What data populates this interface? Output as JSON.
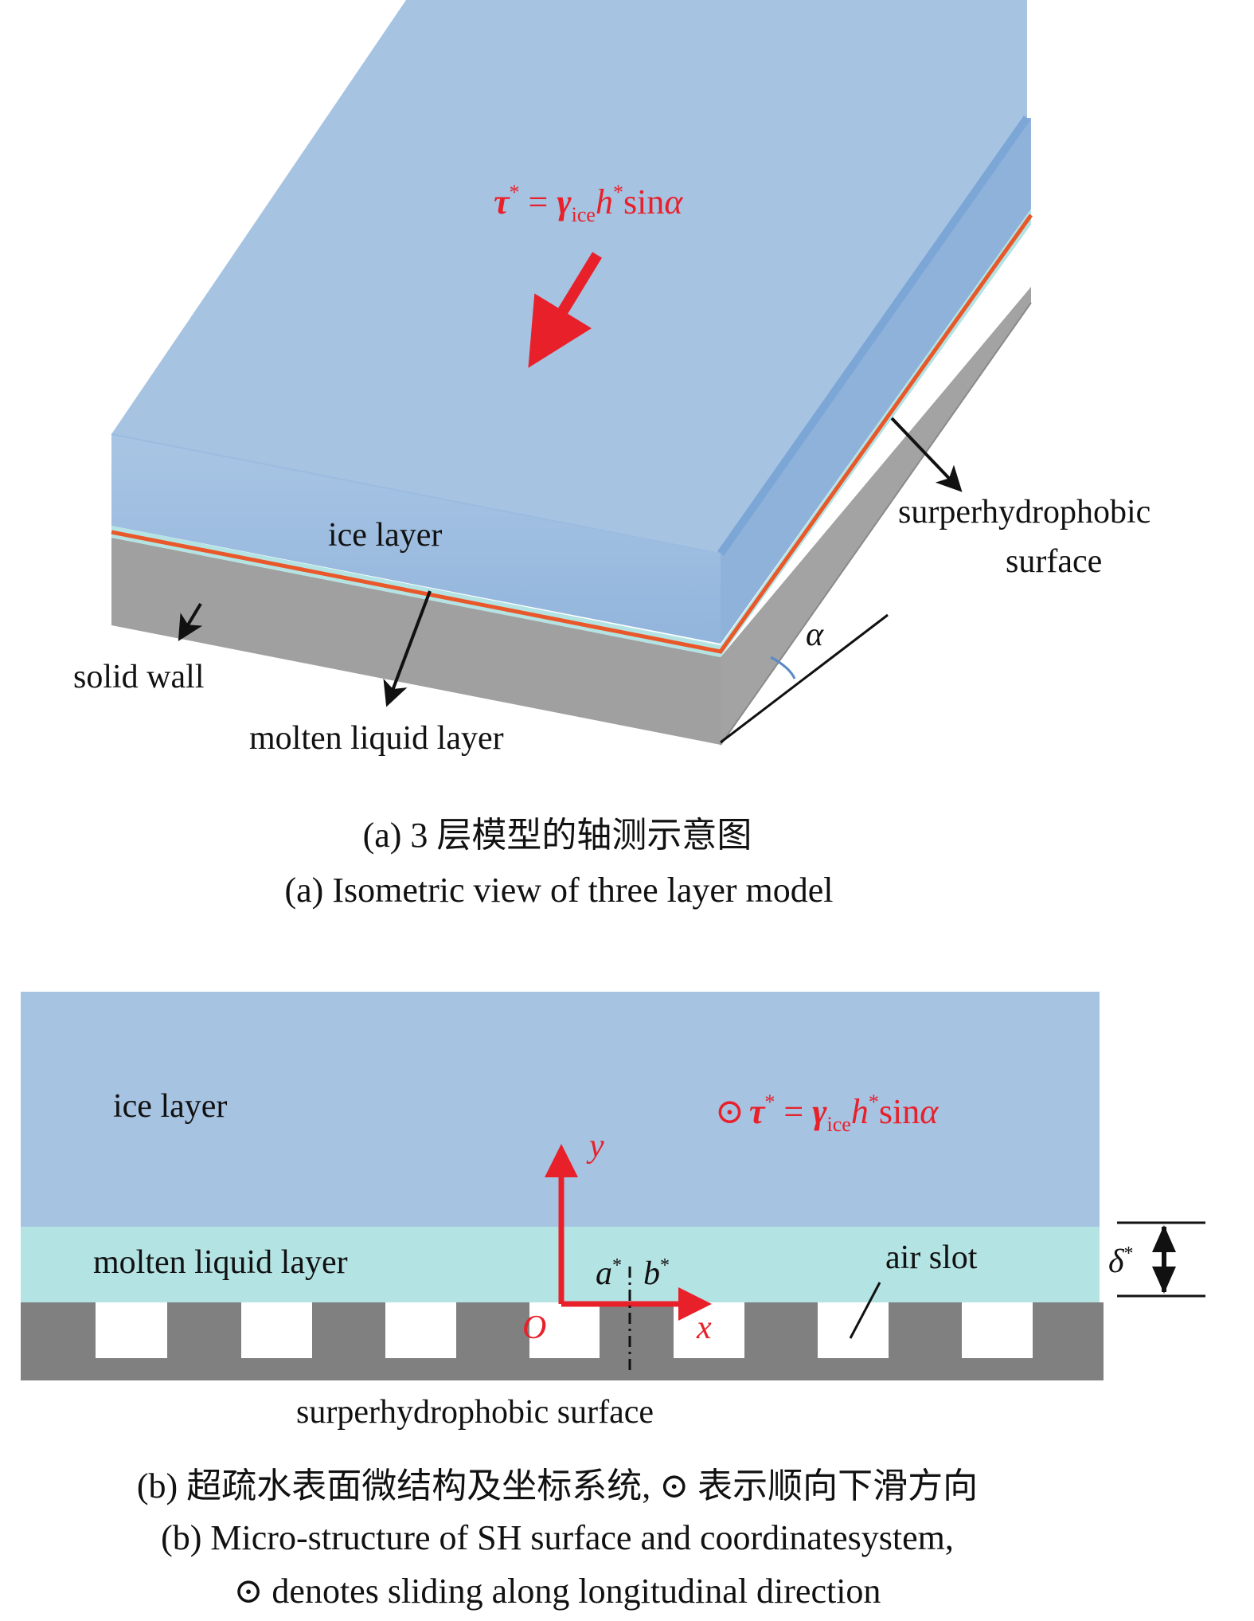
{
  "colors": {
    "ice_top": "#a6c3e2",
    "ice_front": "#9dbbdd",
    "ice_side": "#8fb2da",
    "molten_liquid": "#b4e3e4",
    "solid_wall": "#a0a0a0",
    "wall_dark": "#7f7f7f",
    "interface_line": "#e8582a",
    "force_arrow": "#e8202a",
    "label_text": "#111111"
  },
  "panel_a": {
    "formula": {
      "tau": "τ",
      "star1": "*",
      "eq": " = ",
      "gamma": "γ",
      "ice_sub": "ice",
      "h": "h",
      "star2": "*",
      "sin": "sin",
      "alpha": "α"
    },
    "labels": {
      "ice_layer": "ice layer",
      "sh_surface_line1": "surperhydrophobic",
      "sh_surface_line2": "surface",
      "alpha": "α",
      "solid_wall": "solid wall",
      "molten_liquid_layer": "molten liquid layer"
    },
    "caption_zh": "(a) 3 层模型的轴测示意图",
    "caption_en": "(a) Isometric view of three layer model"
  },
  "panel_b": {
    "labels": {
      "ice_layer": "ice layer",
      "molten_liquid_layer": "molten liquid layer",
      "air_slot": "air slot",
      "y_axis": "y",
      "x_axis": "x",
      "origin": "O",
      "a_star": "a",
      "b_star": "b",
      "star": "*",
      "delta": "δ",
      "sh_surface": "surperhydrophobic surface"
    },
    "formula": {
      "odot": "⊙",
      "tau": "τ",
      "star1": "*",
      "eq": " = ",
      "gamma": "γ",
      "ice_sub": "ice",
      "h": "h",
      "star2": "*",
      "sin": "sin",
      "alpha": "α"
    },
    "caption_zh_line": "(b) 超疏水表面微结构及坐标系统, ⊙ 表示顺向下滑方向",
    "caption_en_line1": "(b) Micro-structure of SH surface and coordinatesystem,",
    "caption_en_line2": "⊙ denotes sliding along longitudinal direction"
  }
}
